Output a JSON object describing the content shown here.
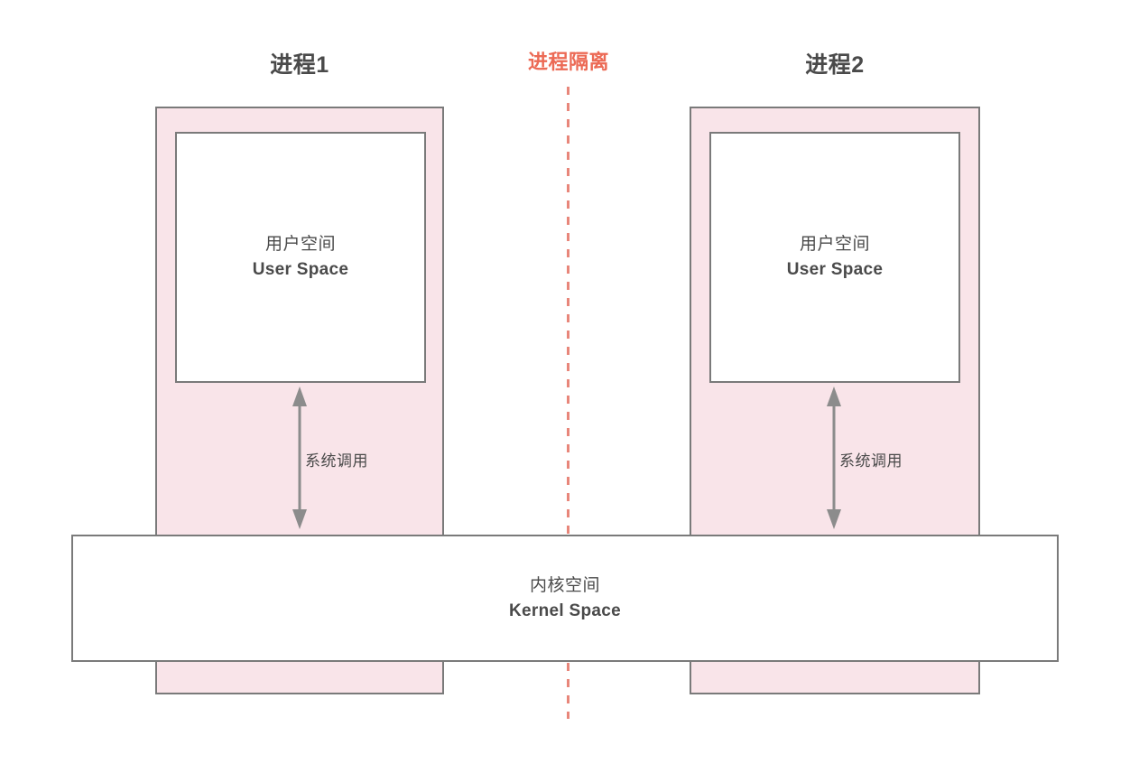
{
  "diagram": {
    "title_left": "进程1",
    "title_right": "进程2",
    "isolation_label": "进程隔离",
    "isolation_color": "#ec6a55",
    "process_fill_color": "#f9e4e9",
    "border_color": "#7a7a7a",
    "text_color": "#4a4a4a",
    "background_color": "#ffffff",
    "user_space": {
      "label_cn": "用户空间",
      "label_en": "User Space"
    },
    "kernel_space": {
      "label_cn": "内核空间",
      "label_en": "Kernel Space"
    },
    "syscall": {
      "label": "系统调用",
      "arrow_color": "#8c8c8c",
      "arrow_direction": "bidirectional"
    }
  }
}
